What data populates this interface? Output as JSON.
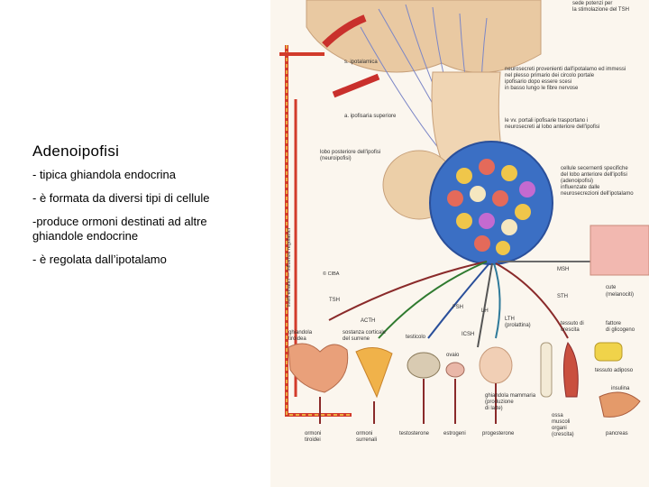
{
  "text": {
    "title": "Adenoipofisi",
    "bullets": [
      "- tipica ghiandola endocrina",
      "- è formata da diversi tipi di cellule",
      "-produce ormoni destinati ad altre ghiandole endocrine",
      "- è regolata dall’ipotalamo"
    ]
  },
  "figure": {
    "labels": {
      "top_right_1": "sede potenzi per",
      "top_right_2": "la stimolazione del TSH",
      "ipotalamica": "s. ipotalamica",
      "neurosecreti": "neurosecreti provenienti dall'ipotalamo ed immessi",
      "neurosecreti_2": "nel plesso primario dei circolo portale",
      "neurosecreti_3": "ipofisario dopo essere scesi",
      "neurosecreti_4": "in basso lungo le fibre nervose",
      "a_ipofisaria": "a. ipofisaria superiore",
      "vv_portali": "le vv. portali ipofisarie trasportano i",
      "vv_portali_2": "neurosecreti al lobo anteriore dell'ipofisi",
      "lobo_posteriore": "lobo posteriore dell'ipofisi",
      "neuroipofisi": "(neuroipofisi)",
      "cellule_1": "cellule secernenti specifiche",
      "cellule_2": "del lobo anteriore dell'ipofisi",
      "cellule_3": "(adenoipofisi)",
      "cellule_4": "influenzate dalle",
      "cellule_5": "neurosecrezioni dell'ipotalamo",
      "feedback_vertical": "livelli ematici — influenze regolatrici",
      "ciba": "© CIBA",
      "msh": "MSH",
      "sth": "STH",
      "cute": "cute",
      "melanociti": "(melanociti)",
      "tsh": "TSH",
      "fsh": "FSH",
      "lh": "LH",
      "acth": "ACTH",
      "lth": "LTH",
      "prolattina": "(prolattina)",
      "tessuto_crescita": "tessuto di",
      "tessuto_crescita_2": "crescita",
      "ghiandola_tiroidea": "ghiandola",
      "ghiandola_tiroidea_2": "tiroidea",
      "corticale": "sostanza corticale",
      "corticale_2": "del surrene",
      "testicolo": "testicolo",
      "ovaio": "ovaio",
      "icsh": "ICSH",
      "fattore_glicogeno": "fattore",
      "fattore_glicogeno_2": "di glicogeno",
      "tessuto_adiposo": "tessuto adiposo",
      "ghiandola_mammaria": "ghiandola mammaria",
      "ghiandola_mammaria_2": "(produzione",
      "ghiandola_mammaria_3": "di latte)",
      "insulina": "insulina",
      "ossa": "ossa",
      "ossa_2": "muscoli",
      "ossa_3": "organi",
      "ossa_4": "(crescita)",
      "ormoni_tiroidei": "ormoni",
      "ormoni_tiroidei_2": "tiroidei",
      "ormoni_surrenali": "ormoni",
      "ormoni_surrenali_2": "surrenali",
      "testosterone": "testosterone",
      "estrogeni": "estrogeni",
      "progesterone": "progesterone",
      "pancreas": "pancreas"
    }
  }
}
